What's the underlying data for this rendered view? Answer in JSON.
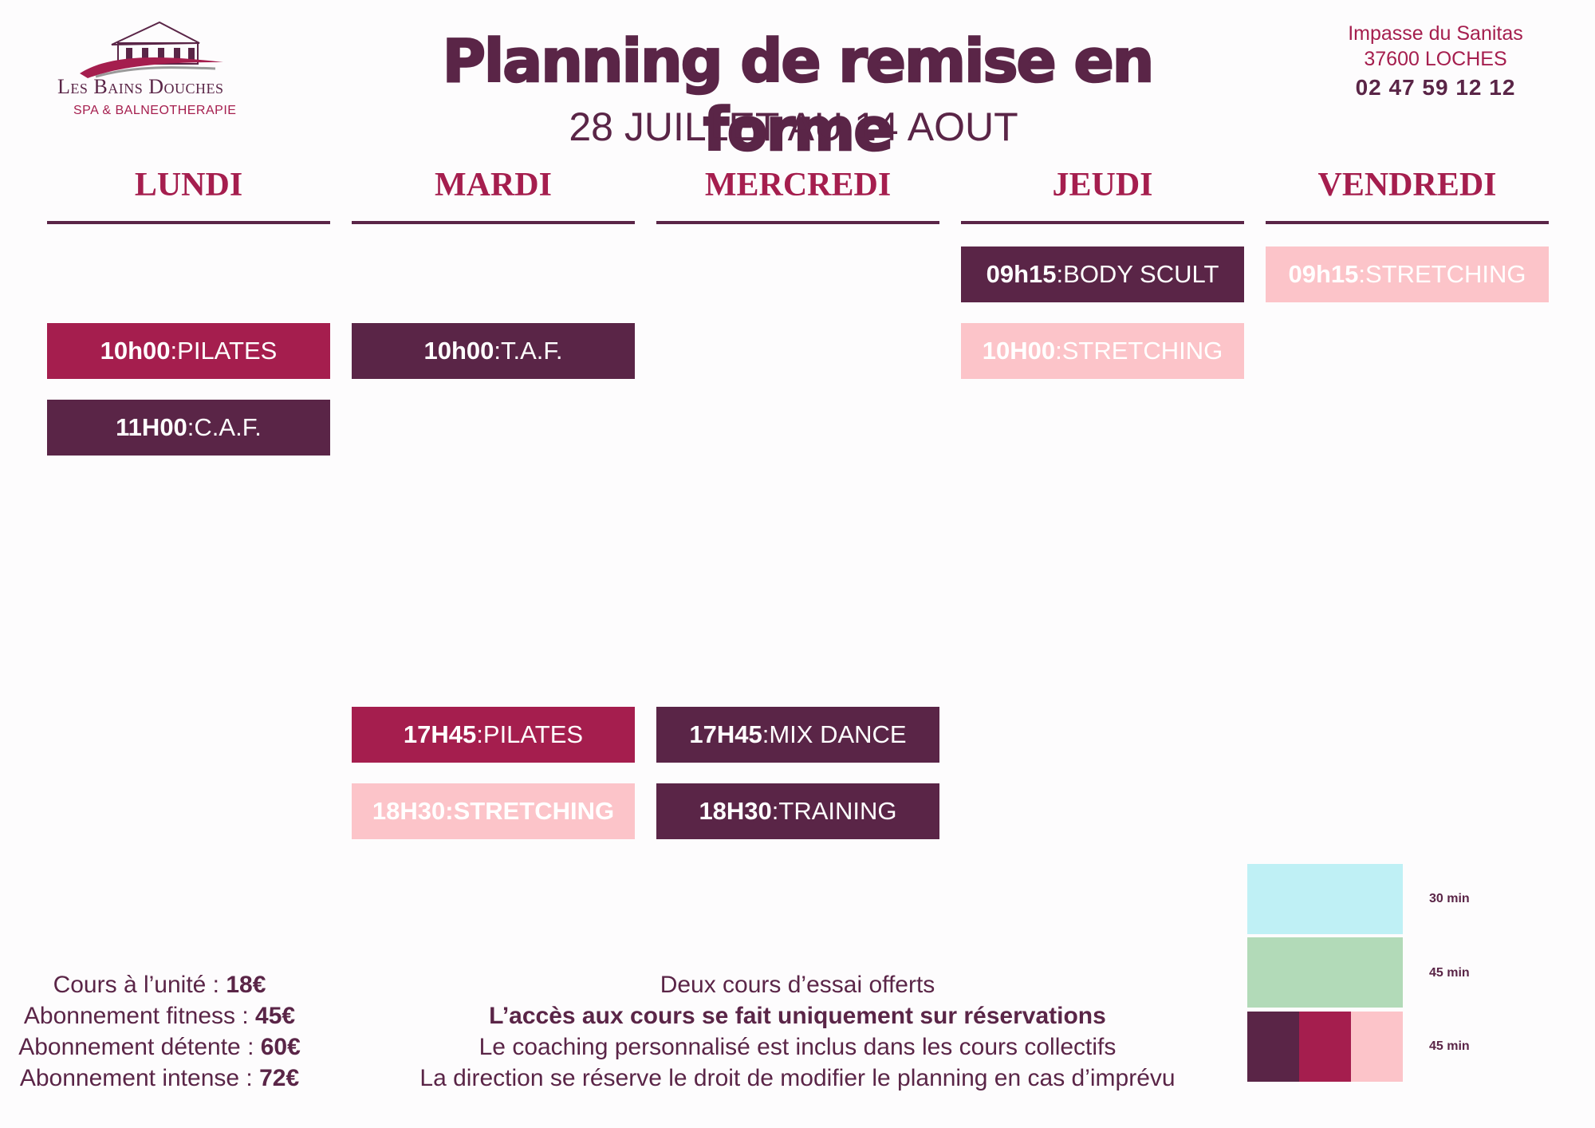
{
  "logo": {
    "name": "Les Bains Douches",
    "subtitle": "SPA & BALNEOTHERAPIE"
  },
  "header": {
    "title": "Planning de remise en forme",
    "dates": "28 JUILLET AU 14 AOUT"
  },
  "contact": {
    "street": "Impasse du Sanitas",
    "city": "37600 LOCHES",
    "phone": "02 47 59 12 12"
  },
  "days": [
    {
      "name": "LUNDI",
      "sessions": [
        {
          "time": "10h00",
          "sep": " : ",
          "label": "PILATES",
          "style": "crimson"
        },
        {
          "time": "11H00",
          "sep": " : ",
          "label": "C.A.F.",
          "style": "dark"
        }
      ]
    },
    {
      "name": "MARDI",
      "sessions": [
        {
          "time": "10h00",
          "sep": " : ",
          "label": "T.A.F.",
          "style": "dark"
        },
        {
          "time": "17H45",
          "sep": " : ",
          "label": "PILATES",
          "style": "crimson"
        },
        {
          "time": "18H30",
          "sep": " : ",
          "label": "STRETCHING",
          "style": "pink"
        }
      ]
    },
    {
      "name": "MERCREDI",
      "sessions": [
        {
          "time": "17H45",
          "sep": " : ",
          "label": "MIX DANCE",
          "style": "dark"
        },
        {
          "time": "18H30",
          "sep": " : ",
          "label": "TRAINING",
          "style": "dark"
        }
      ]
    },
    {
      "name": "JEUDI",
      "sessions": [
        {
          "time": "09h15",
          "sep": " : ",
          "label": "BODY SCULT",
          "style": "dark"
        },
        {
          "time": "10H00",
          "sep": " : ",
          "label": "STRETCHING",
          "style": "pink"
        }
      ]
    },
    {
      "name": "VENDREDI",
      "sessions": [
        {
          "time": "09h15",
          "sep": " : ",
          "label": "STRETCHING",
          "style": "pink"
        }
      ]
    }
  ],
  "prices": [
    {
      "label": "Cours à l’unité : ",
      "value": "18€"
    },
    {
      "label": "Abonnement fitness : ",
      "value": "45€"
    },
    {
      "label": "Abonnement détente : ",
      "value": "60€"
    },
    {
      "label": "Abonnement intense : ",
      "value": "72€"
    }
  ],
  "notes": {
    "line1": "Deux cours d’essai offerts",
    "line2": "L’accès aux cours se fait uniquement sur réservations",
    "line3": "Le coaching personnalisé est inclus dans les cours collectifs",
    "line4": "La direction se réserve le droit de modifier le planning en cas d’imprévu"
  },
  "legend": [
    {
      "label": "30 min",
      "colors": [
        "#bff0f5"
      ]
    },
    {
      "label": "45 min",
      "colors": [
        "#b2dab8"
      ]
    },
    {
      "label": "45 min",
      "colors": [
        "#5a2547",
        "#a51e4e",
        "#fcc4c9"
      ]
    }
  ],
  "colors": {
    "dark": "#5a2547",
    "crimson": "#a51e4e",
    "pink": "#fcc4c9"
  }
}
